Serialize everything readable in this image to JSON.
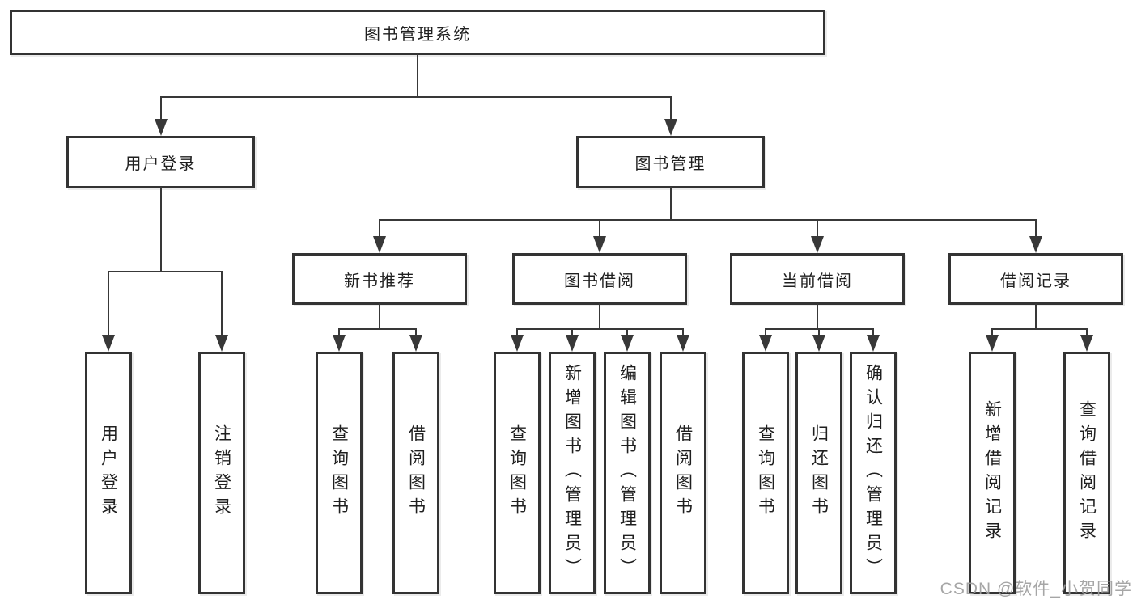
{
  "diagram": {
    "root": {
      "label": "图书管理系统"
    },
    "level2": [
      {
        "label": "用户登录"
      },
      {
        "label": "图书管理"
      }
    ],
    "level3": [
      {
        "label": "新书推荐"
      },
      {
        "label": "图书借阅"
      },
      {
        "label": "当前借阅"
      },
      {
        "label": "借阅记录"
      }
    ],
    "leaves": {
      "user_login": [
        {
          "label": "用户登录"
        },
        {
          "label": "注销登录"
        }
      ],
      "new_books": [
        {
          "label": "查询图书"
        },
        {
          "label": "借阅图书"
        }
      ],
      "book_borrow": [
        {
          "label": "查询图书"
        },
        {
          "label": "新增图书（管理员）"
        },
        {
          "label": "编辑图书（管理员）"
        },
        {
          "label": "借阅图书"
        }
      ],
      "current_borrow": [
        {
          "label": "查询图书"
        },
        {
          "label": "归还图书"
        },
        {
          "label": "确认归还（管理员）"
        }
      ],
      "borrow_records": [
        {
          "label": "新增借阅记录"
        },
        {
          "label": "查询借阅记录"
        }
      ]
    }
  },
  "watermark": {
    "text": "CSDN @软件_小贺同学"
  },
  "colors": {
    "line": "#383838",
    "border": "#333333",
    "text": "#1f1f1f",
    "watermark": "#9e9e9e",
    "background": "#ffffff"
  }
}
